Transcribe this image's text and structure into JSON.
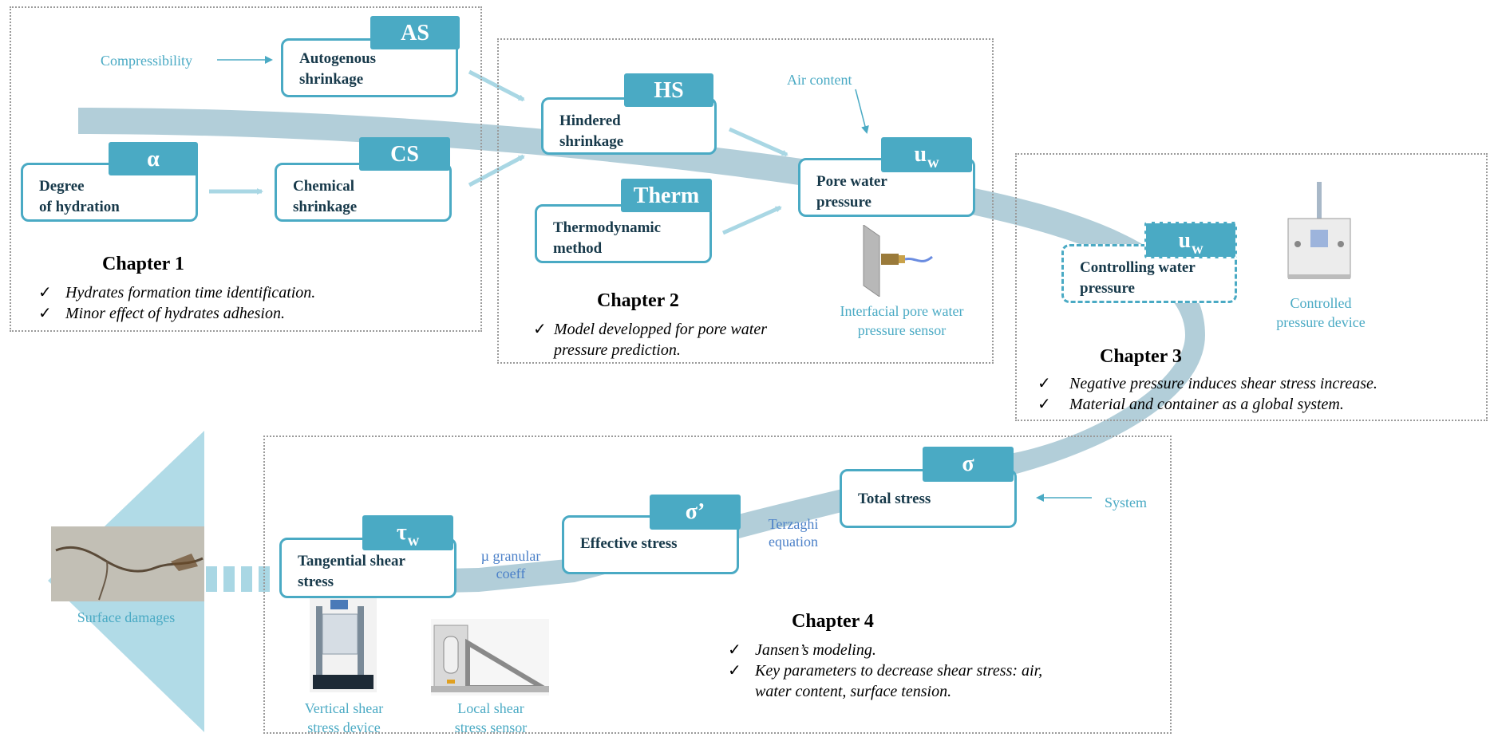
{
  "nodes": {
    "as": {
      "tag": "AS",
      "label1": "Autogenous",
      "label2": "shrinkage"
    },
    "alpha": {
      "tag": "α",
      "label1": "Degree",
      "label2": "of hydration"
    },
    "cs": {
      "tag": "CS",
      "label1": "Chemical",
      "label2": "shrinkage"
    },
    "hs": {
      "tag": "HS",
      "label1": "Hindered",
      "label2": "shrinkage"
    },
    "therm": {
      "tag": "Therm",
      "label1": "Thermodynamic",
      "label2": "method"
    },
    "uw": {
      "tag": "u",
      "tag_sub": "w",
      "label1": "Pore water",
      "label2": "pressure"
    },
    "uw_ctrl": {
      "tag": "u",
      "tag_sub": "w",
      "label1": "Controlling water",
      "label2": "pressure"
    },
    "sigma": {
      "tag": "σ",
      "label1": "Total stress"
    },
    "sigma_eff": {
      "tag": "σ’",
      "label1": "Effective stress"
    },
    "tau": {
      "tag": "τ",
      "tag_sub": "w",
      "label1": "Tangential shear",
      "label2": "stress"
    }
  },
  "labels": {
    "compressibility": "Compressibility",
    "air_content": "Air content",
    "system": "System",
    "terzaghi1": "Terzaghi",
    "terzaghi2": "equation",
    "mu1": "µ granular",
    "mu2": "coeff"
  },
  "captions": {
    "sensor1": "Interfacial  pore water",
    "sensor2": "pressure sensor",
    "device1": "Controlled",
    "device2": "pressure device",
    "vertical1": "Vertical  shear",
    "vertical2": "stress device",
    "local1": "Local shear",
    "local2": "stress sensor",
    "surface": "Surface damages"
  },
  "chapters": {
    "c1": {
      "title": "Chapter 1",
      "bullets": [
        "Hydrates formation time identification.",
        "Minor effect of hydrates adhesion."
      ]
    },
    "c2": {
      "title": "Chapter 2",
      "bullets": [
        "Model developped for pore water",
        "pressure prediction."
      ]
    },
    "c3": {
      "title": "Chapter 3",
      "bullets": [
        "Negative pressure induces shear stress increase.",
        "Material and container as a global system."
      ]
    },
    "c4": {
      "title": "Chapter 4",
      "bullets": [
        "Jansen’s modeling.",
        "Key parameters to decrease shear stress: air,",
        "water content, surface tension."
      ]
    }
  },
  "check": "✓",
  "colors": {
    "accent": "#4aaac4",
    "band": "#a9ced9",
    "frame": "#9a9a9a",
    "title": "#17394a"
  }
}
